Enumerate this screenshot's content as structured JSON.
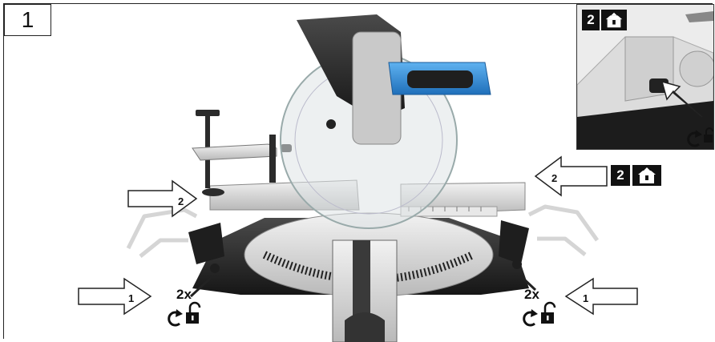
{
  "step_number": "1",
  "inset": {
    "step_number": "2",
    "icon": "box-unpack-icon"
  },
  "callout_right": {
    "step_number": "2",
    "icon": "box-unpack-icon"
  },
  "arrows": {
    "left_top": "2",
    "right_top": "2",
    "left_bottom": "1",
    "right_bottom": "1"
  },
  "counts": {
    "left": "2x",
    "right": "2x"
  },
  "icons": {
    "rotate": "rotate-counterclockwise-icon",
    "unlock": "unlock-padlock-icon"
  },
  "colors": {
    "handle_blue": "#2f86d6",
    "frame": "#222222"
  }
}
